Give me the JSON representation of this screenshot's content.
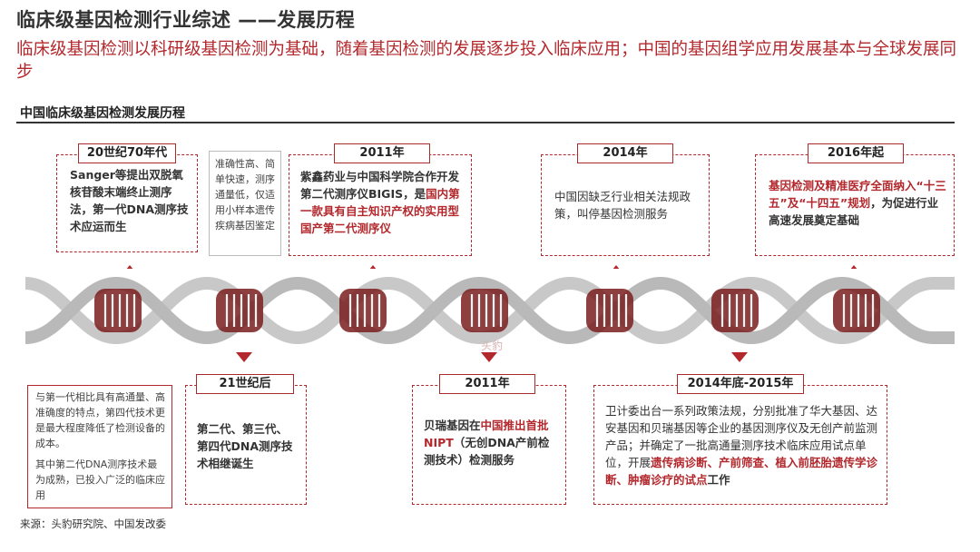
{
  "header": {
    "title": "临床级基因检测行业综述 ——发展历程",
    "subtitle": "临床级基因检测以科研级基因检测为基础，随着基因检测的发展逐步投入临床应用；中国的基因组学应用发展基本与全球发展同步"
  },
  "section_title": "中国临床级基因检测发展历程",
  "top_events": [
    {
      "label": "20世纪70年代",
      "text": "Sanger等提出双脱氧核苷酸末端终止测序法，第一代DNA测序技术应运而生"
    },
    {
      "label": "2011年",
      "text_a": "紫鑫药业与中国科学院合作开发第二代测序仪BIGIS，是",
      "text_red": "国内第一款具有自主知识产权的实用型国产第二代测序仪"
    },
    {
      "label": "2014年",
      "text": "中国因缺乏行业相关法规政策，叫停基因检测服务"
    },
    {
      "label": "2016年起",
      "text_red": "基因检测及精准医疗全面纳入“十三五”及“十四五”规划",
      "text_b": "，为促进行业高速发展奠定基础"
    }
  ],
  "top_note": "准确性高、简单快速，测序通量低，仅适用小样本遗传疾病基因鉴定",
  "bottom_events": [
    {
      "label": "21世纪后",
      "text": "第二代、第三代、第四代DNA测序技术相继诞生"
    },
    {
      "label": "2011年",
      "text_a": "贝瑞基因在",
      "text_red": "中国推出首批NIPT",
      "text_b": "（无创DNA产前检测技术）检测服务"
    },
    {
      "label": "2014年底-2015年",
      "text_a": "卫计委出台一系列政策法规，分别批准了华大基因、达安基因和贝瑞基因等企业的基因测序仪及无创产前监测产品；并确定了一批高通量测序技术临床应用试点单位，开展",
      "text_red": "遗传病诊断、产前筛查、植入前胚胎遗传学诊断、肿瘤诊疗的试点",
      "text_b": "工作"
    }
  ],
  "bottom_note_a": "与第一代相比具有高通量、高准确度的特点，第四代技术更是最大程度降低了检测设备的成本。",
  "bottom_note_b": "其中第二代DNA测序技术最为成熟，已投入广泛的临床应用",
  "source": "来源：头豹研究院、中国发改委",
  "watermark": "头豹",
  "colors": {
    "accent": "#b3282d",
    "helix": "#c8c8c8",
    "rung": "#7a1d1d"
  }
}
